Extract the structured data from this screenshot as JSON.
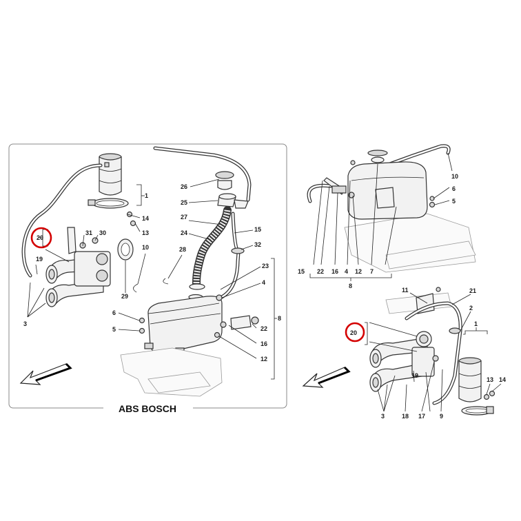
{
  "caption": "ABS BOSCH",
  "highlight_color": "#d40000",
  "highlighted_label": "20",
  "left_panel": {
    "labels": {
      "n1": "1",
      "n3": "3",
      "n4": "4",
      "n5": "5",
      "n6": "6",
      "n8": "8",
      "n10": "10",
      "n12": "12",
      "n13": "13",
      "n14": "14",
      "n15": "15",
      "n16": "16",
      "n19": "19",
      "n20": "20",
      "n22": "22",
      "n23": "23",
      "n24": "24",
      "n25": "25",
      "n26": "26",
      "n27": "27",
      "n28": "28",
      "n29": "29",
      "n30": "30",
      "n31": "31",
      "n32": "32"
    }
  },
  "right_panel": {
    "labels": {
      "n1": "1",
      "n2": "2",
      "n3": "3",
      "n4": "4",
      "n5": "5",
      "n6": "6",
      "n7": "7",
      "n8": "8",
      "n9": "9",
      "n10": "10",
      "n11": "11",
      "n12": "12",
      "n13": "13",
      "n14": "14",
      "n15": "15",
      "n16": "16",
      "n17": "17",
      "n18": "18",
      "n19": "19",
      "n20": "20",
      "n21": "21",
      "n22": "22"
    }
  }
}
